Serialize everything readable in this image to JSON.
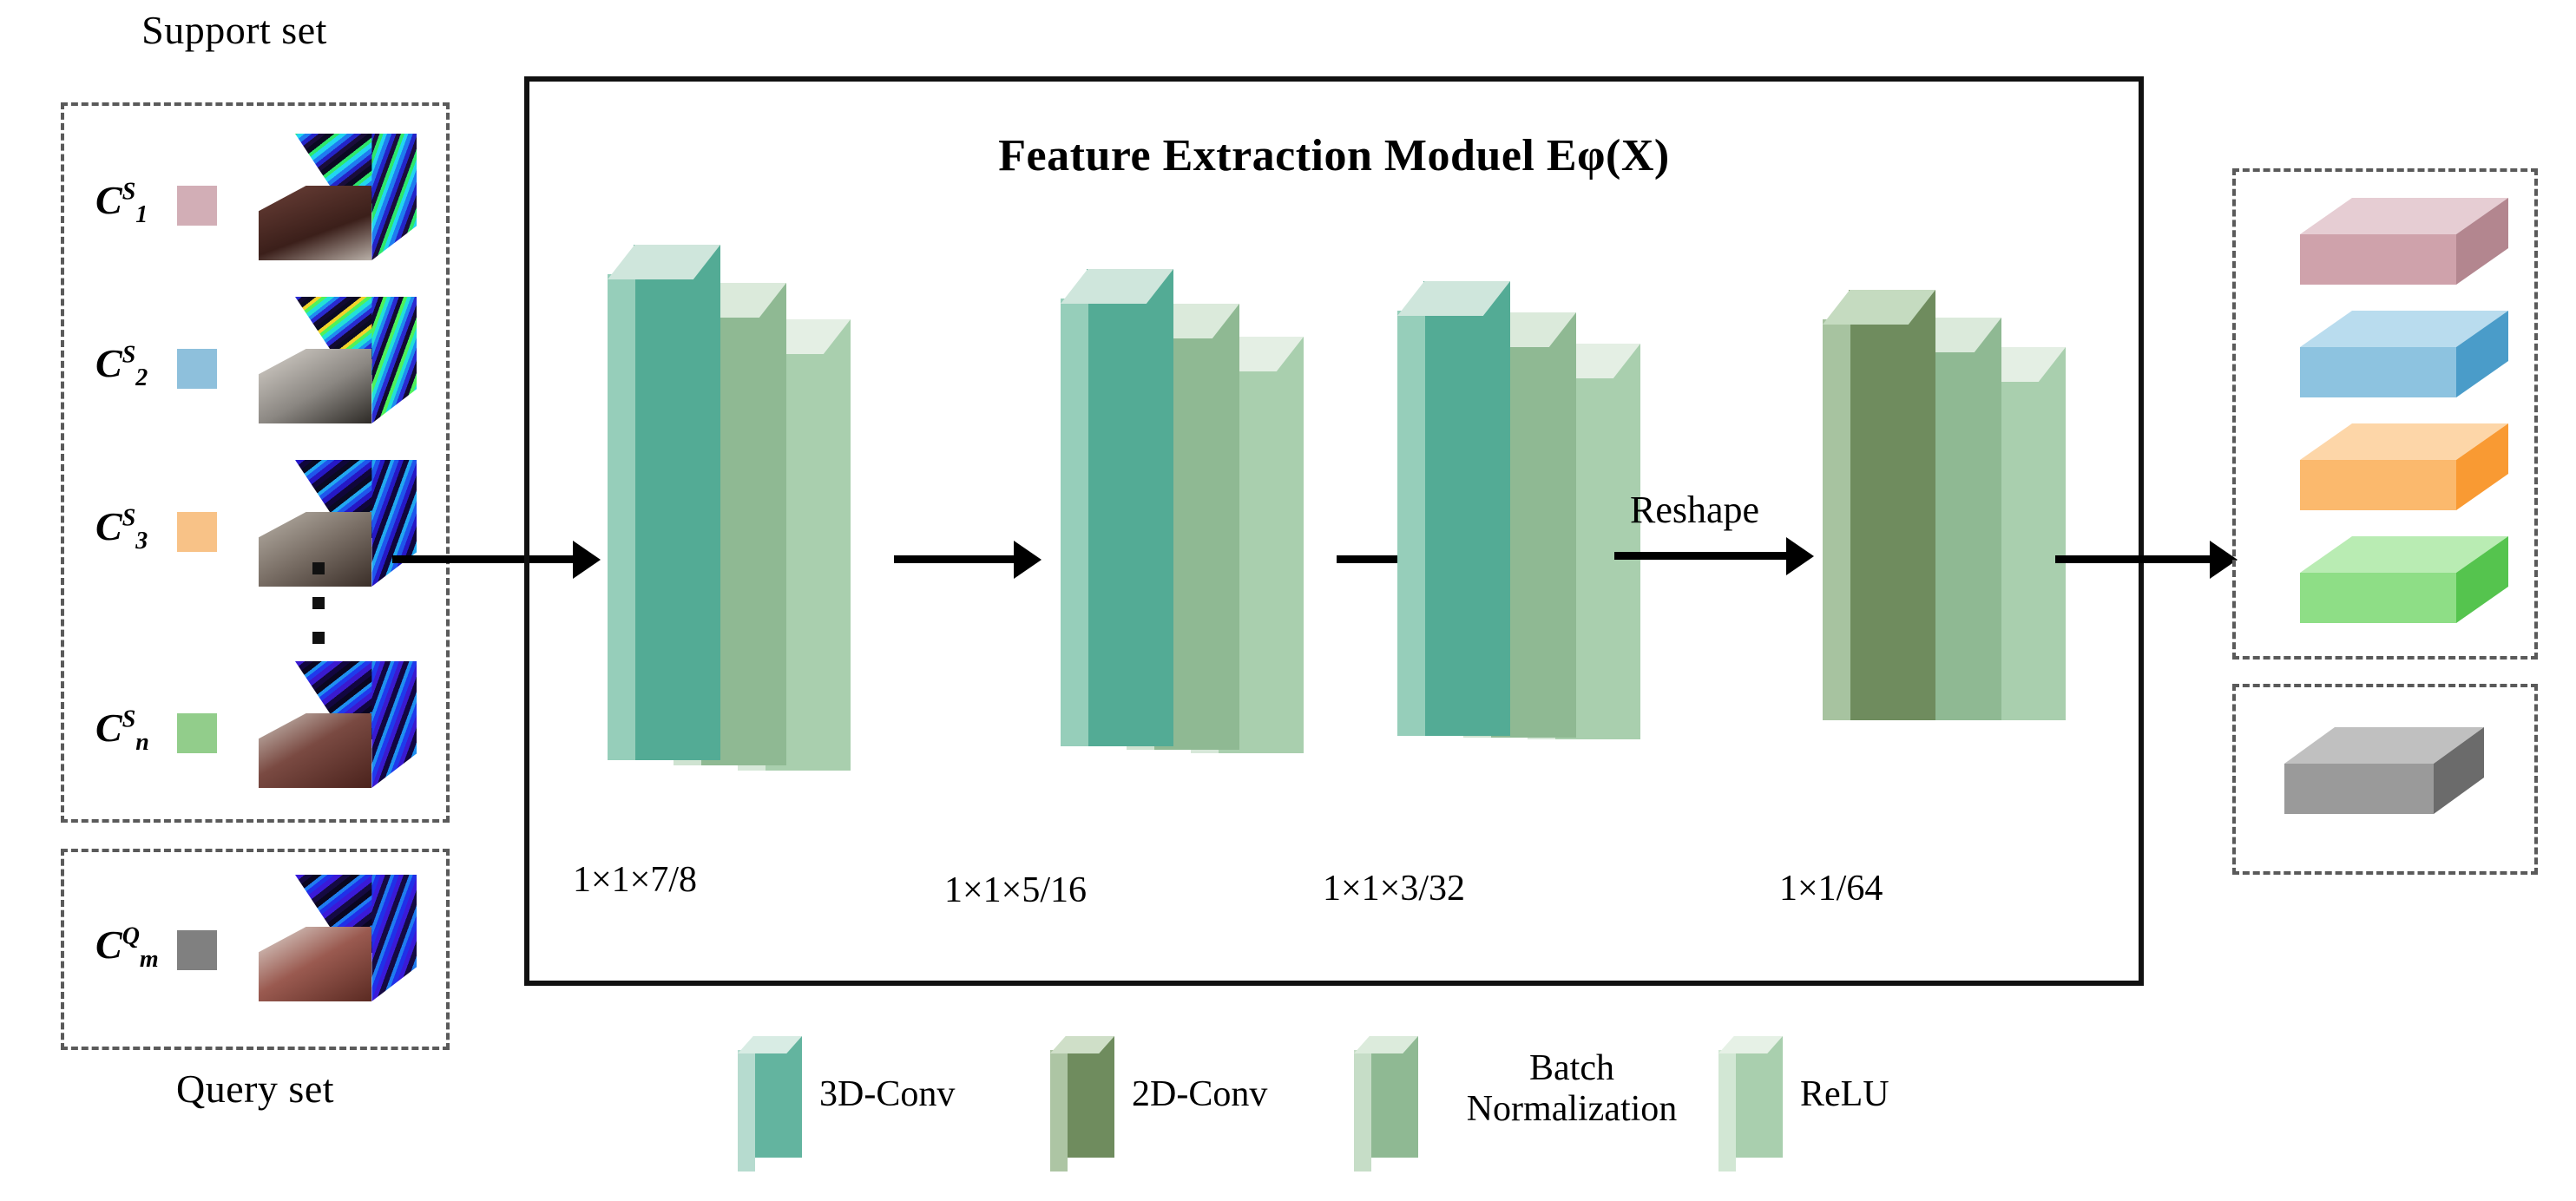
{
  "diagram": {
    "title": "Feature Extraction Moduel Eφ(X)",
    "support_set_label": "Support set",
    "query_set_label": "Query set",
    "reshape_label": "Reshape",
    "support_items": [
      {
        "symbol": "C",
        "sup": "S",
        "sub": "1",
        "color": "#d2aeb6",
        "cube_front": "#5a3a33",
        "cube_top": "#2b4fd8"
      },
      {
        "symbol": "C",
        "sup": "S",
        "sub": "2",
        "color": "#8ec0dc",
        "cube_front": "#8e8e90",
        "cube_top": "#2f60e0"
      },
      {
        "symbol": "C",
        "sup": "S",
        "sub": "3",
        "color": "#f8c287",
        "cube_front": "#9a8e88",
        "cube_top": "#2633cf"
      },
      {
        "symbol": "C",
        "sup": "S",
        "sub": "n",
        "color": "#92cd8b",
        "cube_front": "#6e3a34",
        "cube_top": "#4a22c8"
      }
    ],
    "query_item": {
      "symbol": "C",
      "sup": "Q",
      "sub": "m",
      "color": "#808080",
      "cube_front": "#7d4b45",
      "cube_top": "#3a22c0"
    },
    "ellipsis_dots": 3,
    "blocks": [
      {
        "kernel": "1×1×7/8",
        "conv_type": "3D-Conv"
      },
      {
        "kernel": "1×1×5/16",
        "conv_type": "3D-Conv"
      },
      {
        "kernel": "1×1×3/32",
        "conv_type": "3D-Conv"
      },
      {
        "kernel": "1×1/64",
        "conv_type": "2D-Conv"
      }
    ],
    "legend": [
      {
        "name": "3D-Conv",
        "color": "#63b49f"
      },
      {
        "name": "2D-Conv",
        "color": "#6f8c5e"
      },
      {
        "name": "Batch\nNormalization",
        "color": "#8fb993"
      },
      {
        "name": "ReLU",
        "color": "#a9cfae"
      }
    ],
    "output_prototypes": [
      {
        "name": "prototype-1",
        "front": "#cfa2ab",
        "top": "#e6cdd3",
        "side": "#b3868f"
      },
      {
        "name": "prototype-2",
        "front": "#8dc3e0",
        "top": "#b9dcee",
        "side": "#4a9cc9"
      },
      {
        "name": "prototype-3",
        "front": "#fbb96d",
        "top": "#fdd6a8",
        "side": "#f99a33"
      },
      {
        "name": "prototype-4",
        "front": "#8ede86",
        "top": "#b9ecb3",
        "side": "#55c44e"
      }
    ],
    "output_query": {
      "name": "query-embedding",
      "front": "#9a9a9a",
      "top": "#c0c0c0",
      "side": "#6b6b6b"
    },
    "colors": {
      "conv3d": "#63b49f",
      "conv2d": "#6f8c5e",
      "batchnorm": "#8fb993",
      "relu": "#a9cfae",
      "box_border": "#111111",
      "dashed_border": "#5a5a5a",
      "arrow": "#000000"
    }
  }
}
